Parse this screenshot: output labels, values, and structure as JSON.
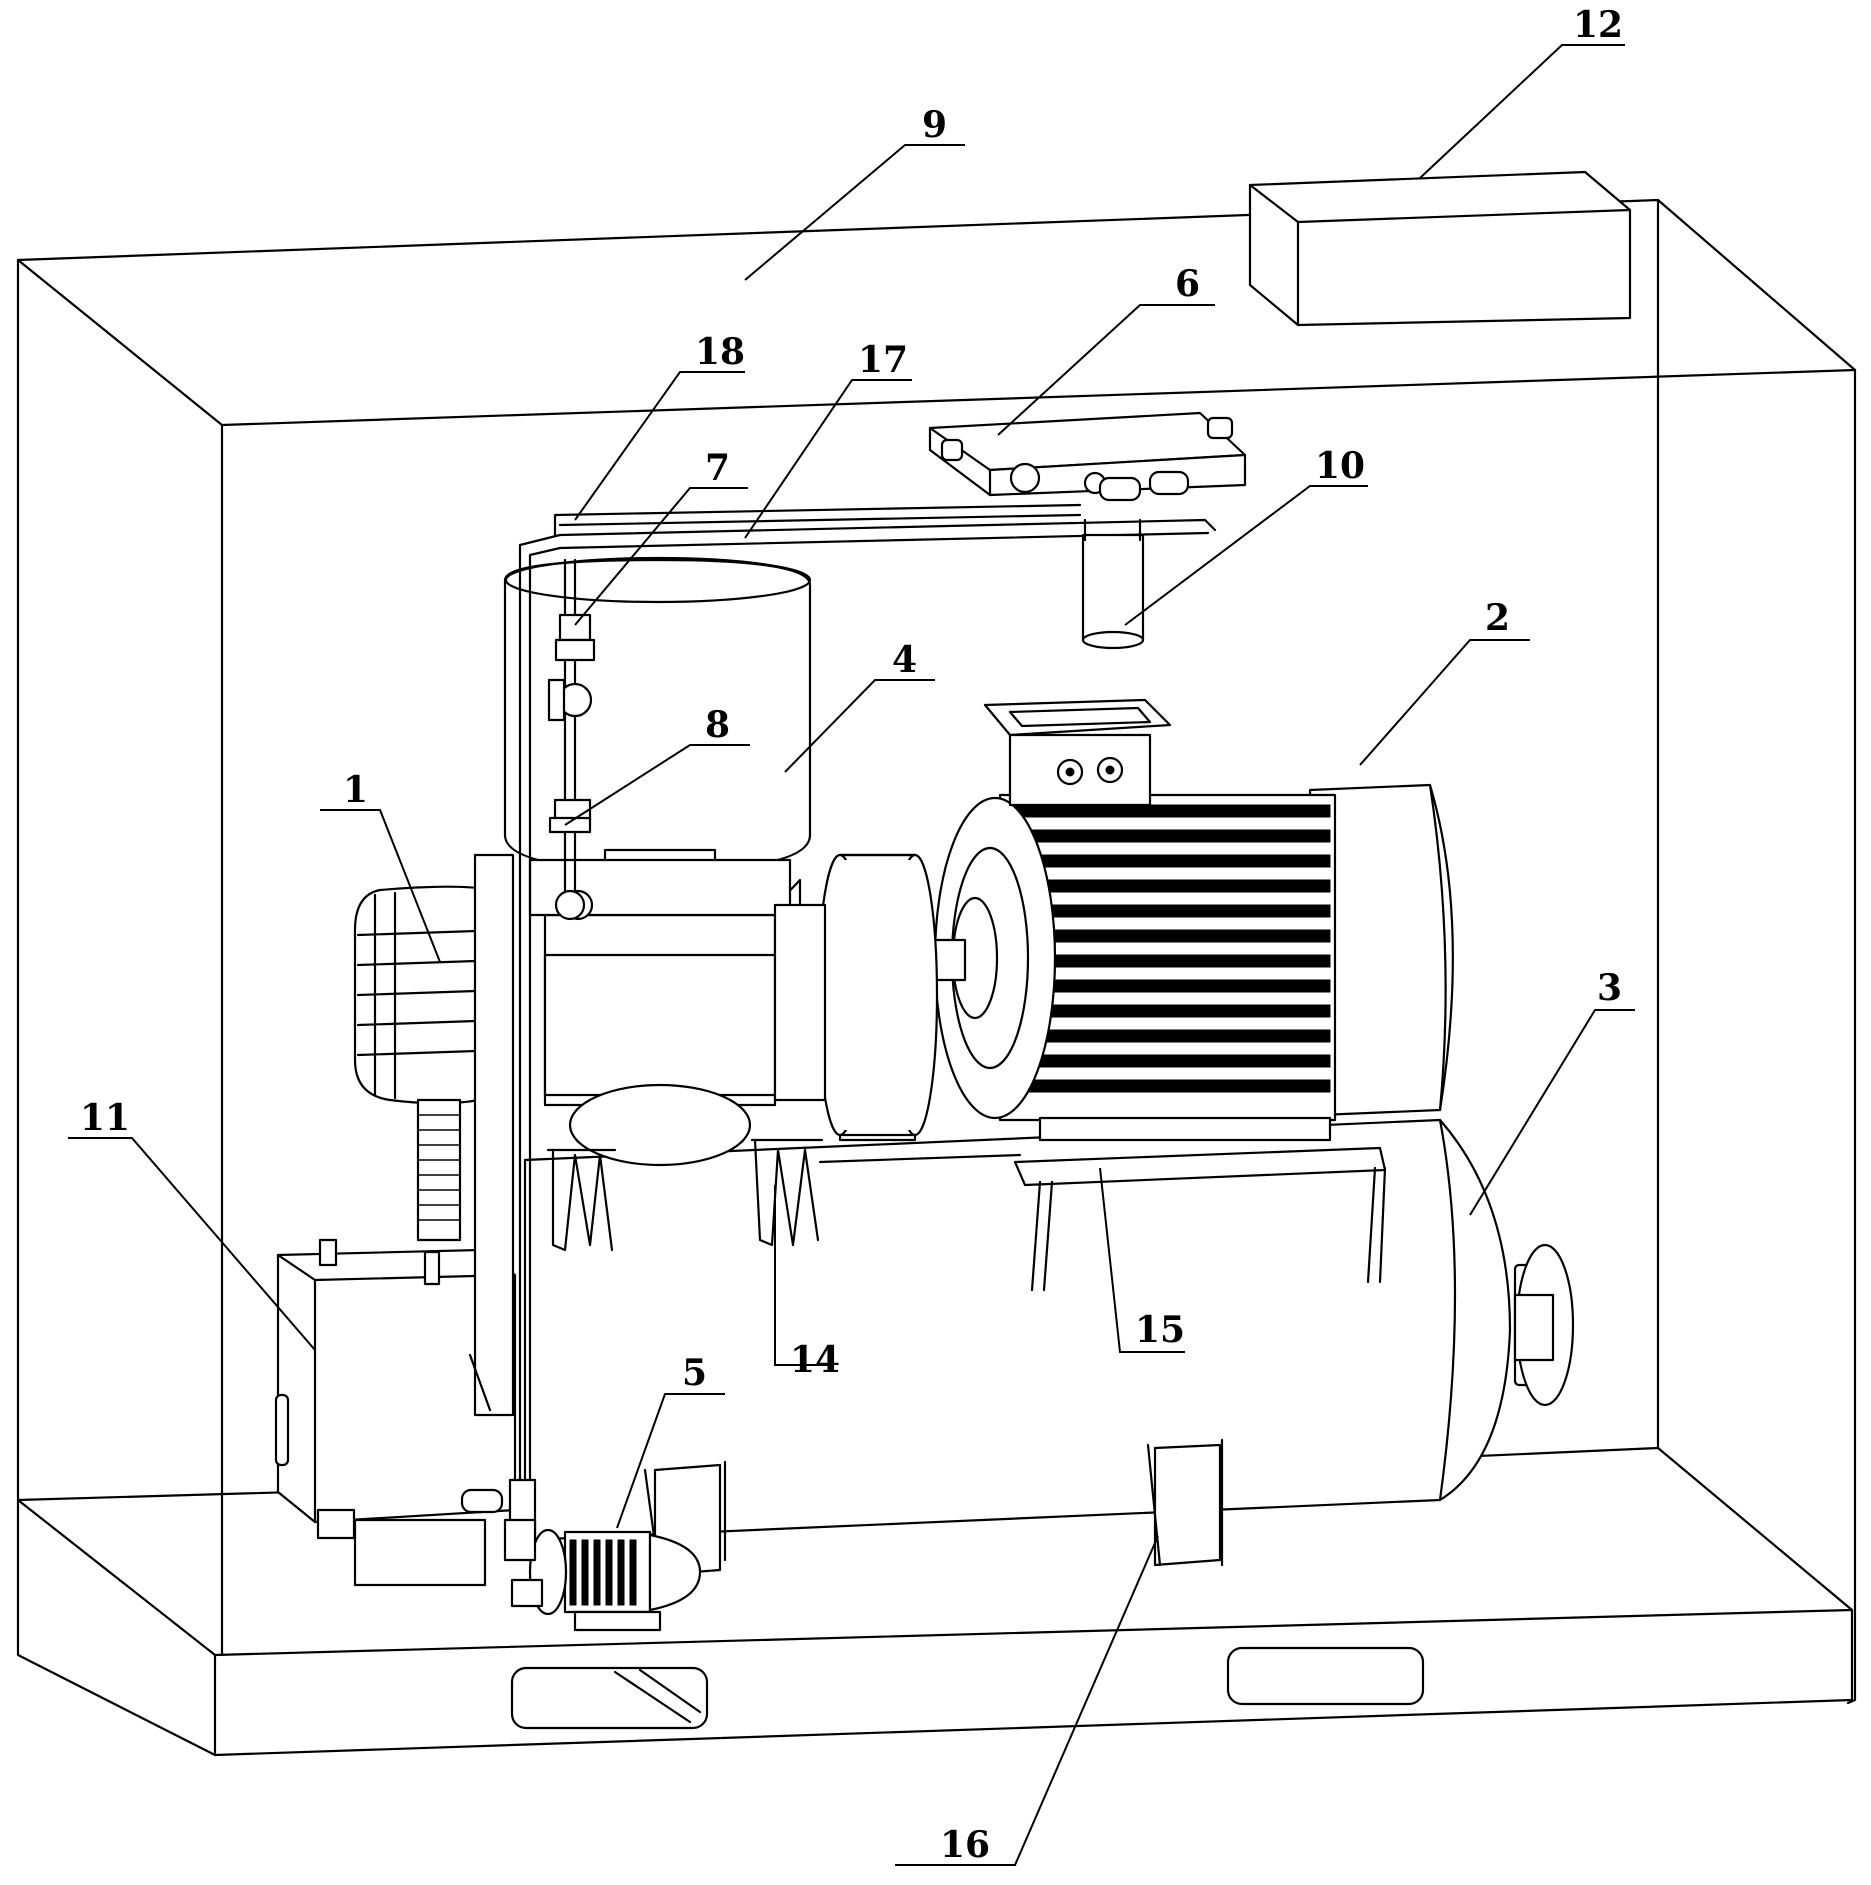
{
  "labels": {
    "l1": "1",
    "l2": "2",
    "l3": "3",
    "l4": "4",
    "l5": "5",
    "l6": "6",
    "l7": "7",
    "l8": "8",
    "l9": "9",
    "l10": "10",
    "l11": "11",
    "l12": "12",
    "l14": "14",
    "l15": "15",
    "l16": "16",
    "l17": "17",
    "l18": "18"
  }
}
